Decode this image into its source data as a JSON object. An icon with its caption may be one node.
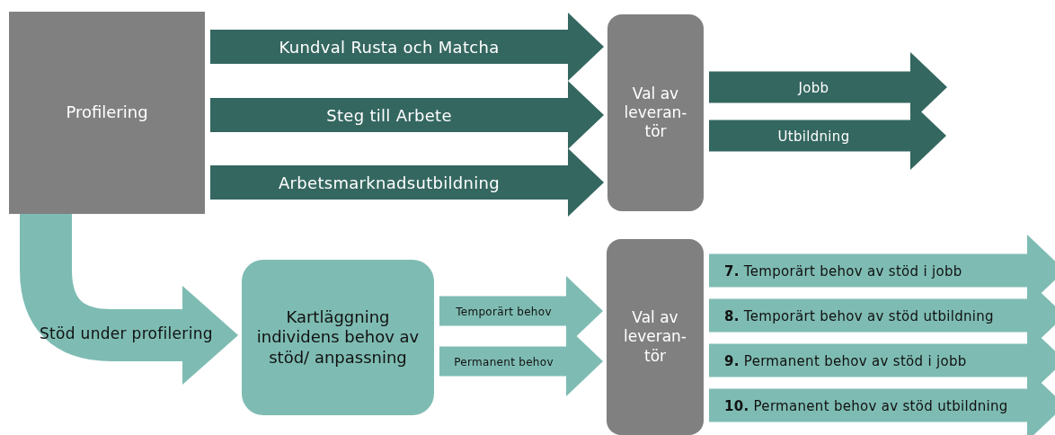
{
  "diagram": {
    "nodes": [
      {
        "text": [
          "Profilering"
        ]
      },
      {
        "text": [
          "Val av leveran- tör"
        ]
      },
      {
        "text": [
          "Kartläggning individens behov av stöd/ anpassning"
        ]
      },
      {
        "text": [
          "Val av leveran- tör"
        ]
      }
    ],
    "edges": [
      {
        "from": 0,
        "to": 1,
        "arrow": "to",
        "label": "Kundval Rusta och Matcha",
        "color": "#346760"
      },
      {
        "from": 0,
        "to": 1,
        "arrow": "to",
        "label": "Steg till Arbete",
        "color": "#346760"
      },
      {
        "from": 0,
        "to": 1,
        "arrow": "to",
        "label": "Arbetsmarknadsutbildning",
        "color": "#346760"
      },
      {
        "from": 1,
        "to": null,
        "arrow": "to",
        "label": "Jobb",
        "color": "#346760"
      },
      {
        "from": 1,
        "to": null,
        "arrow": "to",
        "label": "Utbildning",
        "color": "#346760"
      },
      {
        "from": 0,
        "to": 2,
        "arrow": "to",
        "label": "Stöd under profilering"
      },
      {
        "from": 2,
        "to": 3,
        "arrow": "to",
        "label": "Temporärt behov"
      },
      {
        "from": 2,
        "to": 3,
        "arrow": "to",
        "label": "Permanent behov"
      },
      {
        "from": 3,
        "to": null,
        "arrow": "to",
        "label": "**7.** Temporärt behov av stöd i jobb"
      },
      {
        "from": 3,
        "to": null,
        "arrow": "to",
        "label": "**8.** Temporärt behov av stöd utbildning"
      },
      {
        "from": 3,
        "to": null,
        "arrow": "to",
        "label": "**9.** Permanent behov av stöd i jobb"
      },
      {
        "from": 3,
        "to": null,
        "arrow": "to",
        "label": "**10.** Permanent behov av stöd utbildning"
      }
    ]
  }
}
